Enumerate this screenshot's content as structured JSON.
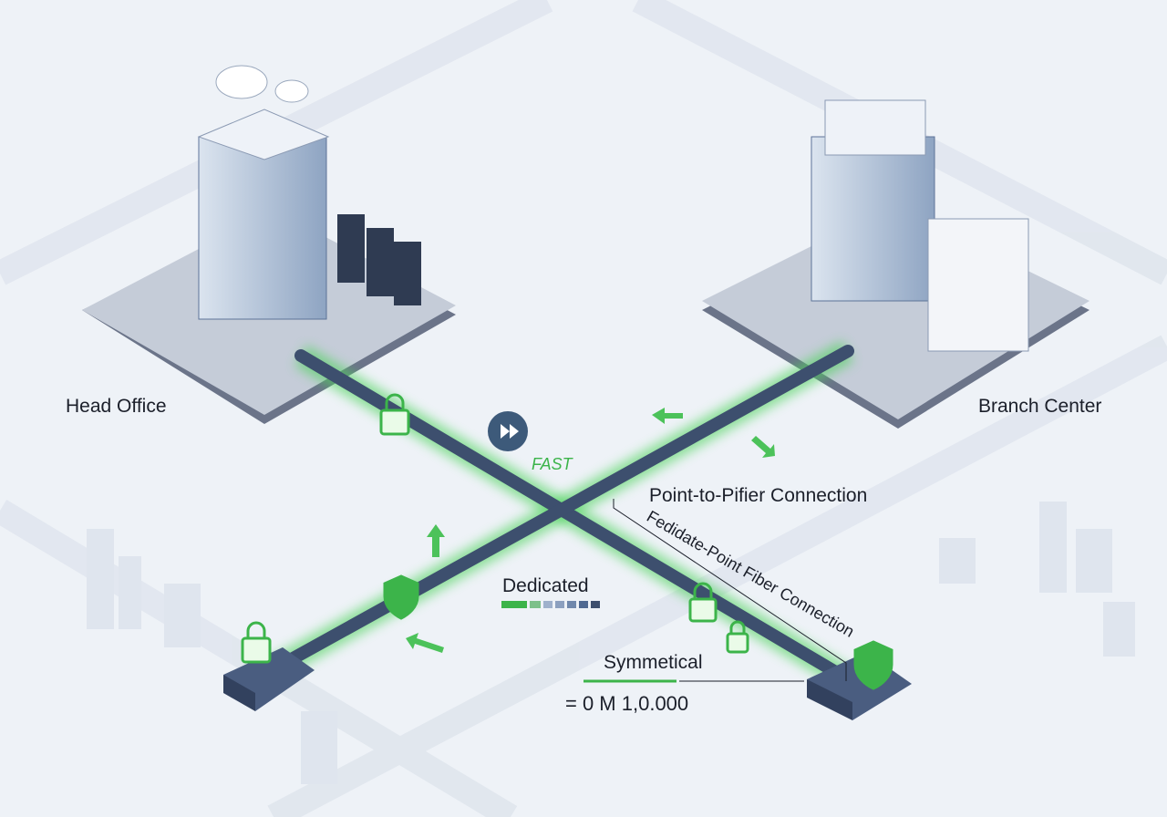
{
  "sites": {
    "head_office": "Head Office",
    "branch_center": "Branch Center"
  },
  "labels": {
    "fast": "FAST",
    "point_to_point": "Point-to-Pifier Connection",
    "fiber_connection": "Fedidate-Point Fiber Connection",
    "dedicated": "Dedicated",
    "symmetrical": "Symmetical",
    "speed": "= 0 M 1,0.000"
  },
  "colors": {
    "accent_green": "#3cb44a",
    "cable": "#3d4f6e",
    "platform": "#5a6478",
    "background": "#eef2f7"
  }
}
